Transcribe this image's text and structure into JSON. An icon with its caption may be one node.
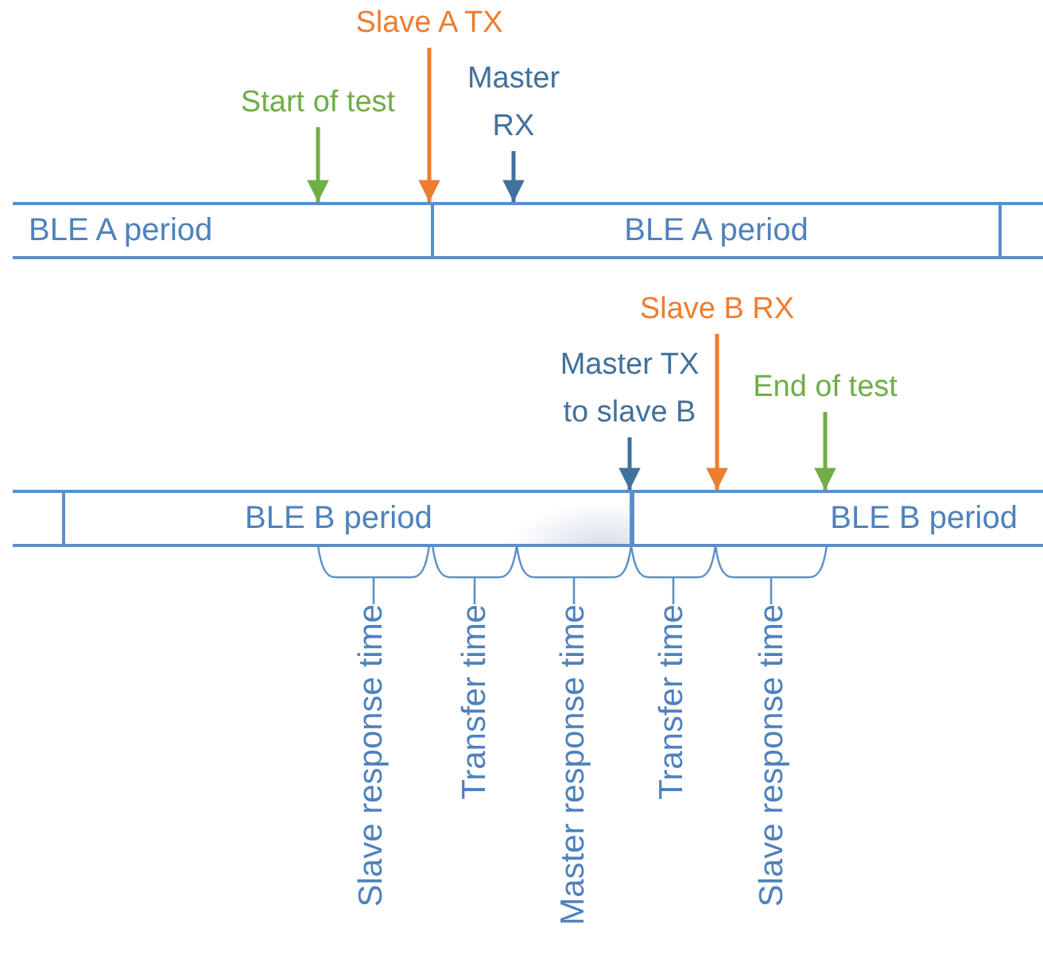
{
  "diagram": {
    "nodes": [
      {
        "text": [
          "Start of test"
        ]
      },
      {
        "text": [
          "Slave A TX"
        ]
      },
      {
        "text": [
          "Master RX"
        ]
      },
      {
        "text": [
          "BLE A period"
        ]
      },
      {
        "text": [
          "BLE A period"
        ]
      },
      {
        "text": [],
        "shape": "box"
      },
      {
        "text": [
          "Slave B RX"
        ]
      },
      {
        "text": [
          "Master TX to slave B"
        ]
      },
      {
        "text": [
          "End of test"
        ]
      },
      {
        "text": [],
        "shape": "box"
      },
      {
        "text": [
          "BLE B period"
        ]
      },
      {
        "text": [
          "BLE B period"
        ]
      },
      {
        "text": [],
        "shape": "bracket"
      },
      {
        "text": [],
        "shape": "bracket"
      },
      {
        "text": [],
        "shape": "bracket"
      },
      {
        "text": [],
        "shape": "bracket"
      },
      {
        "text": [],
        "shape": "bracket"
      },
      {
        "text": [
          "Slave response time"
        ]
      },
      {
        "text": [
          "Transfer time"
        ]
      },
      {
        "text": [
          "Master response time"
        ]
      },
      {
        "text": [
          "Transfer time"
        ]
      },
      {
        "text": [
          "Slave response time"
        ]
      }
    ],
    "edges": [
      {
        "from": 0,
        "to": 3,
        "arrow": "to",
        "color": "#70ad47"
      },
      {
        "from": 1,
        "to": 4,
        "arrow": "to",
        "color": "#ed7d31"
      },
      {
        "from": 2,
        "to": 4,
        "arrow": "to",
        "color": "#41719c"
      },
      {
        "from": 7,
        "to": 11,
        "arrow": "to",
        "color": "#41719c"
      },
      {
        "from": 6,
        "to": 11,
        "arrow": "to",
        "color": "#ed7d31"
      },
      {
        "from": 8,
        "to": 11,
        "arrow": "to",
        "color": "#70ad47"
      },
      {
        "from": 12,
        "to": 17,
        "arrow": "none"
      },
      {
        "from": 13,
        "to": 18,
        "arrow": "none"
      },
      {
        "from": 14,
        "to": 19,
        "arrow": "none"
      },
      {
        "from": 15,
        "to": 20,
        "arrow": "none"
      },
      {
        "from": 16,
        "to": 21,
        "arrow": "none"
      }
    ]
  }
}
